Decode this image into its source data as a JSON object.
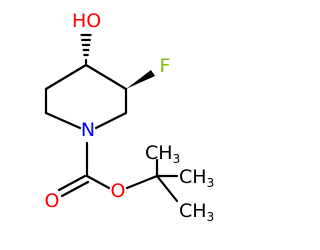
{
  "molecule": {
    "atoms": {
      "hydroxyl": {
        "element": "O",
        "hydrogen": "H",
        "label": "HO",
        "color": "#ff0000"
      },
      "fluorine": {
        "element": "F",
        "label": "F",
        "color": "#7fbf00"
      },
      "ring_nitrogen": {
        "element": "N",
        "label": "N",
        "color": "#0000ff"
      },
      "carbonyl_oxygen": {
        "element": "O",
        "label": "O",
        "color": "#ff0000"
      },
      "ester_oxygen": {
        "element": "O",
        "label": "O",
        "color": "#ff0000"
      },
      "methyl_top": {
        "element": "C",
        "label": "CH",
        "subscript": "3",
        "color": "#000000"
      },
      "methyl_right": {
        "element": "C",
        "label": "CH",
        "subscript": "3",
        "color": "#000000"
      },
      "methyl_bottom": {
        "element": "C",
        "label": "CH",
        "subscript": "3",
        "color": "#000000"
      }
    },
    "stereo": {
      "hydroxyl_bond": "hashed-wedge",
      "fluorine_bond": "solid-wedge"
    }
  }
}
